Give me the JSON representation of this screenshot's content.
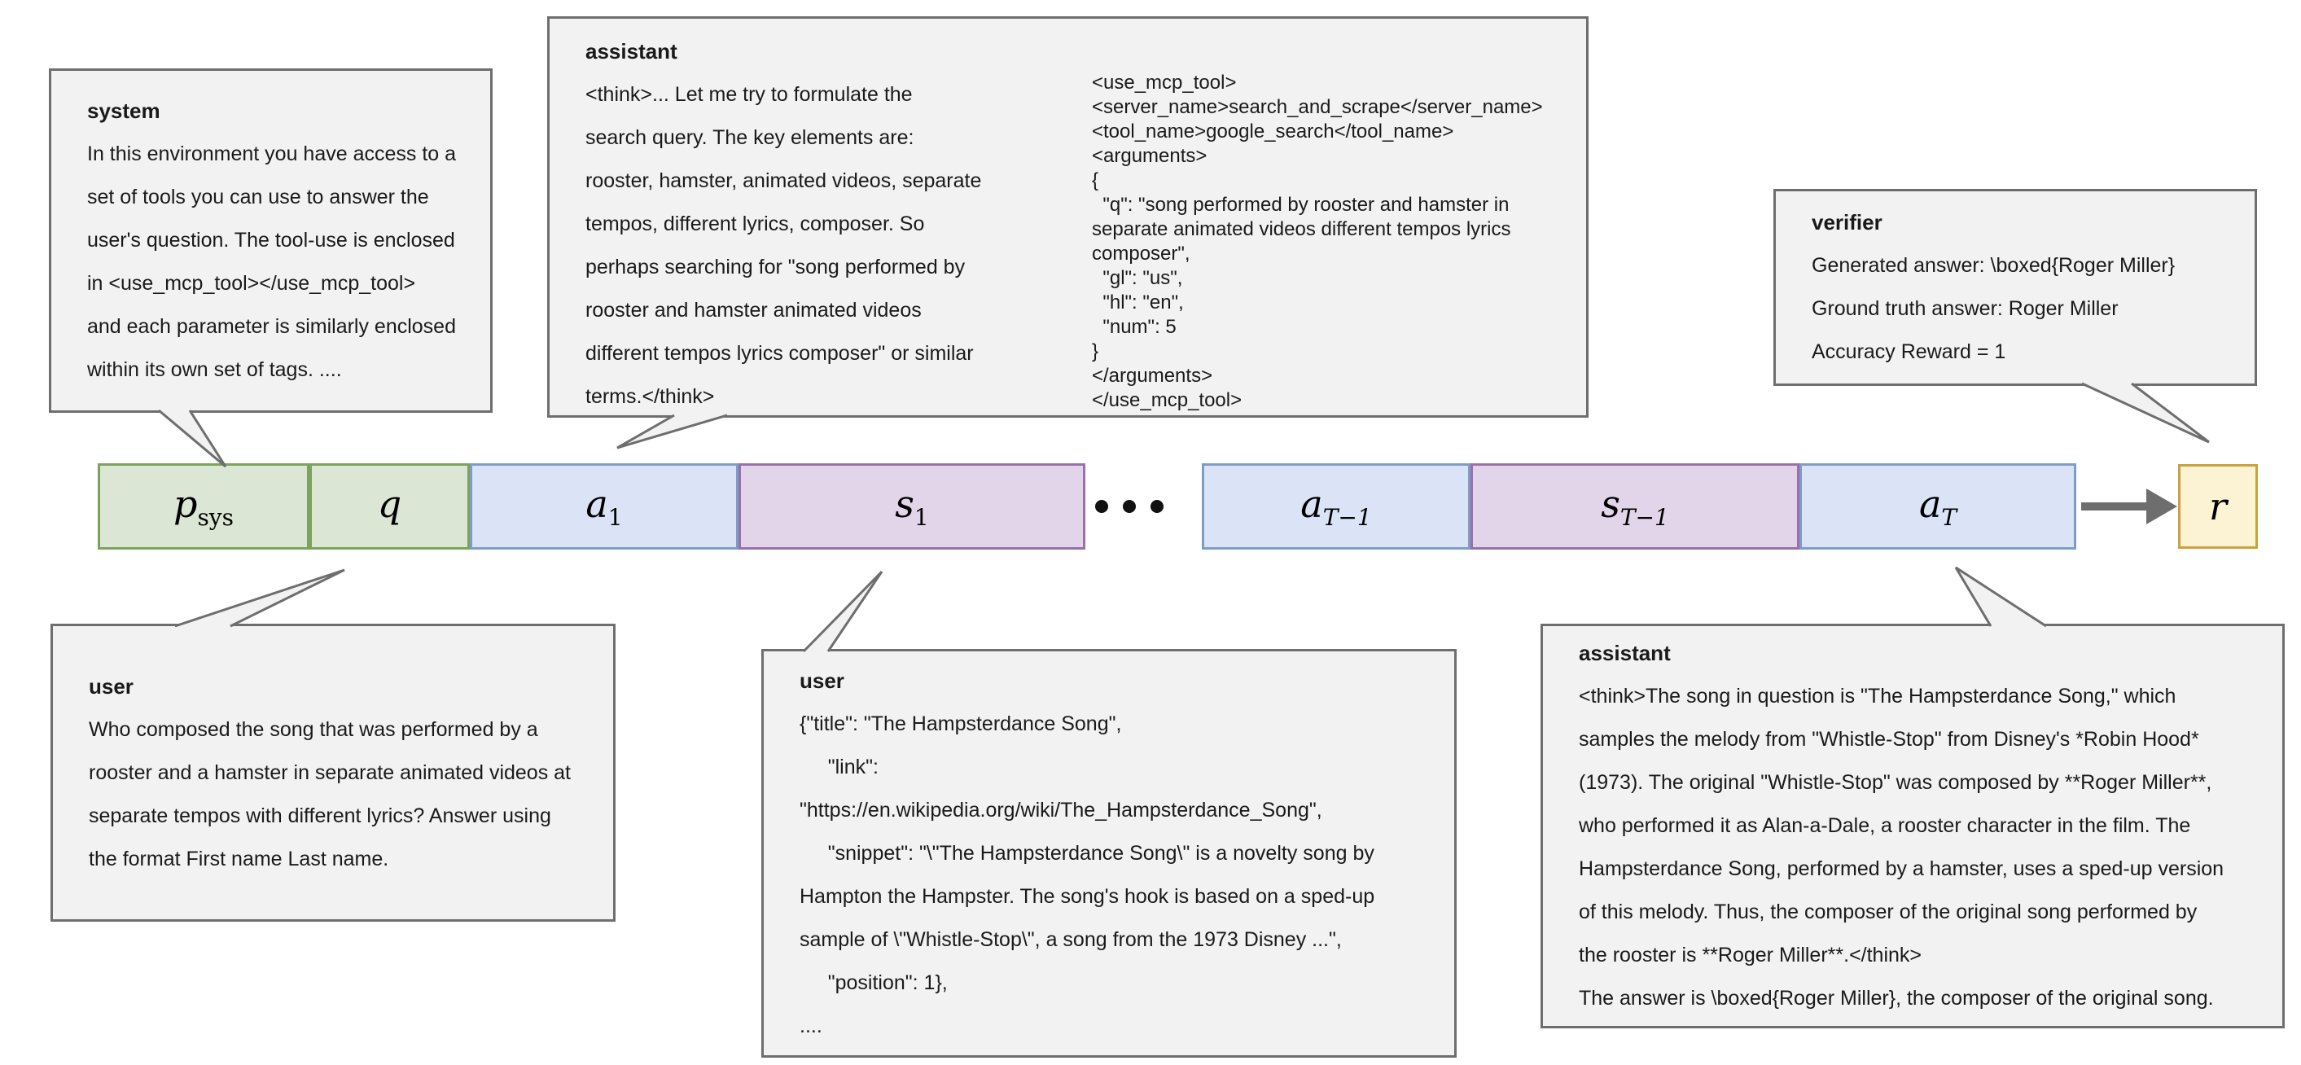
{
  "callouts": {
    "system": {
      "title": "system",
      "lines": [
        "In this environment you have access to a",
        "set of tools you can use to answer the",
        "user's question. The tool-use is enclosed",
        "in <use_mcp_tool></use_mcp_tool>",
        "and each parameter is similarly enclosed",
        "within its own set of tags. ...."
      ]
    },
    "assistant_tool_call": {
      "title": "assistant",
      "think_lines": [
        "<think>... Let me try to formulate the",
        "search query. The key elements are:",
        "rooster, hamster, animated videos, separate",
        "tempos, different lyrics, composer. So",
        "perhaps searching for \"song performed by",
        "rooster and hamster animated videos",
        "different tempos lyrics composer\" or similar",
        "terms.</think>"
      ],
      "code_lines": [
        "<use_mcp_tool>",
        "<server_name>search_and_scrape</server_name>",
        "<tool_name>google_search</tool_name>",
        "<arguments>",
        "{",
        "  \"q\": \"song performed by rooster and hamster in",
        "separate animated videos different tempos lyrics",
        "composer\",",
        "  \"gl\": \"us\",",
        "  \"hl\": \"en\",",
        "  \"num\": 5",
        "}",
        "</arguments>",
        "</use_mcp_tool>"
      ]
    },
    "verifier": {
      "title": "verifier",
      "lines": [
        "Generated answer: \\boxed{Roger Miller}",
        "Ground truth answer: Roger Miller",
        "Accuracy Reward = 1"
      ]
    },
    "user_question": {
      "title": "user",
      "lines": [
        "Who composed the song that was performed by a",
        "rooster and a hamster in separate animated videos at",
        "separate tempos with different lyrics? Answer using",
        "the format First name Last name."
      ]
    },
    "user_tool_result": {
      "title": "user",
      "lines": [
        "{\"title\": \"The Hampsterdance Song\",",
        "     \"link\":",
        "\"https://en.wikipedia.org/wiki/The_Hampsterdance_Song\",",
        "     \"snippet\": \"\\\"The Hampsterdance Song\\\" is a novelty song by",
        "Hampton the Hampster. The song's hook is based on a sped-up",
        "sample of \\\"Whistle-Stop\\\", a song from the 1973 Disney ...\",",
        "     \"position\": 1},",
        "...."
      ]
    },
    "assistant_answer": {
      "title": "assistant",
      "lines": [
        "<think>The song in question is \"The Hampsterdance Song,\" which",
        "samples the melody from \"Whistle-Stop\" from Disney's *Robin Hood*",
        "(1973). The original \"Whistle-Stop\" was composed by **Roger Miller**,",
        "who performed it as Alan-a-Dale, a rooster character in the film. The",
        "Hampsterdance Song, performed by a hamster, uses a sped-up version",
        "of this melody. Thus, the composer of the original song performed by",
        "the rooster is **Roger Miller**.</think>",
        "The answer is \\boxed{Roger Miller}, the composer of the original song."
      ]
    }
  },
  "sequence": {
    "tokens": [
      {
        "base": "p",
        "sub": "sys",
        "kind": "prompt"
      },
      {
        "base": "q",
        "sub": "",
        "kind": "prompt"
      },
      {
        "base": "a",
        "sub": "1",
        "kind": "action"
      },
      {
        "base": "s",
        "sub": "1",
        "kind": "state"
      },
      {
        "base": "a",
        "sub": "T−1",
        "kind": "action"
      },
      {
        "base": "s",
        "sub": "T−1",
        "kind": "state"
      },
      {
        "base": "a",
        "sub": "T",
        "kind": "action"
      },
      {
        "base": "r",
        "sub": "",
        "kind": "reward"
      }
    ],
    "colors": {
      "prompt_fill": "#dbe7d4",
      "prompt_border": "#7ca35c",
      "action_fill": "#dae4f6",
      "action_border": "#7d9cc7",
      "state_fill": "#e2d4e9",
      "state_border": "#9a70ab",
      "reward_fill": "#fbf3d4",
      "reward_border": "#c9a23f",
      "callout_fill": "#f2f2f2",
      "callout_border": "#6e6e6e",
      "arrow": "#6e6e6e"
    }
  }
}
